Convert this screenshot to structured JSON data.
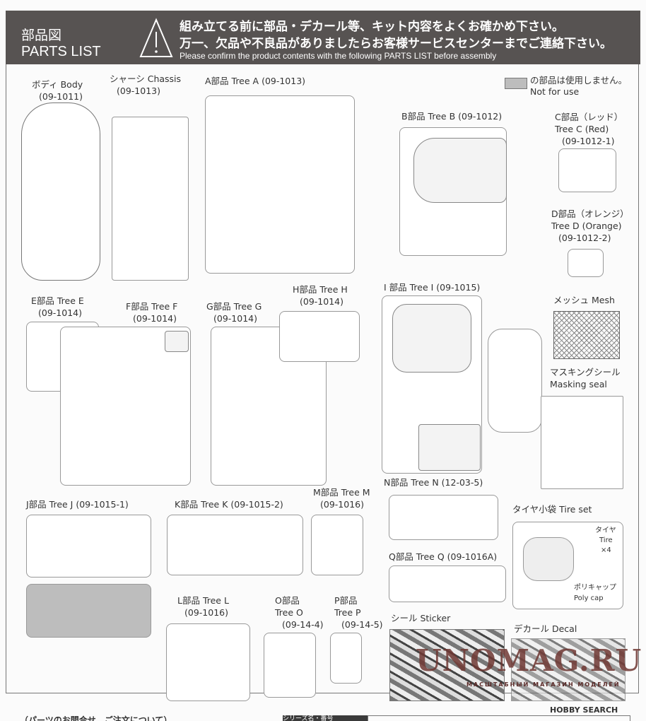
{
  "header": {
    "title_ja": "部品図",
    "title_en": "PARTS LIST",
    "notice_line1": "組み立てる前に部品・デカール等、キット内容をよくお確かめ下さい。",
    "notice_line2": "万一、欠品や不良品がありましたらお客様サービスセンターまでご連絡下さい。",
    "notice_en": "Please confirm the product contents with the following PARTS LIST before assembly",
    "warning_icon": "warning-triangle-icon"
  },
  "legend": {
    "ja": "の部品は使用しません。",
    "en": "Not for use",
    "swatch_color": "#bdbdbd"
  },
  "sections": [
    {
      "id": "body",
      "lines": [
        "ボディ Body",
        "(09-1011)"
      ]
    },
    {
      "id": "chassis",
      "lines": [
        "シャーシ Chassis",
        "(09-1013)"
      ]
    },
    {
      "id": "tree-a",
      "lines": [
        "A部品 Tree A (09-1013)"
      ]
    },
    {
      "id": "tree-b",
      "lines": [
        "B部品 Tree B (09-1012)"
      ]
    },
    {
      "id": "tree-c",
      "lines": [
        "C部品（レッド）",
        "Tree C (Red)",
        "(09-1012-1)"
      ]
    },
    {
      "id": "tree-d",
      "lines": [
        "D部品（オレンジ）",
        "Tree D (Orange)",
        "(09-1012-2)"
      ]
    },
    {
      "id": "tree-e",
      "lines": [
        "E部品 Tree E",
        "(09-1014)"
      ]
    },
    {
      "id": "tree-f",
      "lines": [
        "F部品 Tree F",
        "(09-1014)"
      ]
    },
    {
      "id": "tree-g",
      "lines": [
        "G部品 Tree G",
        "(09-1014)"
      ]
    },
    {
      "id": "tree-h",
      "lines": [
        "H部品 Tree H",
        "(09-1014)"
      ]
    },
    {
      "id": "tree-i",
      "lines": [
        "I 部品 Tree I (09-1015)"
      ]
    },
    {
      "id": "mesh",
      "lines": [
        "メッシュ Mesh"
      ]
    },
    {
      "id": "masking",
      "lines": [
        "マスキングシール",
        "Masking seal"
      ]
    },
    {
      "id": "tree-j",
      "lines": [
        "J部品 Tree J (09-1015-1)"
      ]
    },
    {
      "id": "tree-k",
      "lines": [
        "K部品 Tree K (09-1015-2)"
      ]
    },
    {
      "id": "tree-m",
      "lines": [
        "M部品 Tree M",
        "(09-1016)"
      ]
    },
    {
      "id": "tree-n",
      "lines": [
        "N部品 Tree N (12-03-5)"
      ]
    },
    {
      "id": "tire",
      "lines": [
        "タイヤ小袋 Tire set"
      ]
    },
    {
      "id": "tree-q",
      "lines": [
        "Q部品 Tree Q (09-1016A)"
      ]
    },
    {
      "id": "tree-l",
      "lines": [
        "L部品 Tree L",
        "(09-1016)"
      ]
    },
    {
      "id": "tree-o",
      "lines": [
        "O部品",
        "Tree O",
        "(09-14-4)"
      ]
    },
    {
      "id": "tree-p",
      "lines": [
        "P部品",
        "Tree P",
        "(09-14-5)"
      ]
    },
    {
      "id": "sticker",
      "lines": [
        "シール Sticker"
      ]
    },
    {
      "id": "decal",
      "lines": [
        "デカール Decal"
      ]
    }
  ],
  "tire_notes": {
    "tire_ja": "タイヤ",
    "tire_en": "Tire",
    "tire_qty": "×4",
    "polycap_ja": "ポリキャップ",
    "polycap_en": "Poly cap"
  },
  "watermark": {
    "text": "UNOMAG.RU",
    "sub": "МАСШТАБНЫЙ МАГАЗИН МОДЕЛЕЙ"
  },
  "footer": {
    "brand": "HOBBY SEARCH",
    "left_text": "（パーツのお問合せ、ご注文について）",
    "tag": "シリーズ名・番号"
  }
}
